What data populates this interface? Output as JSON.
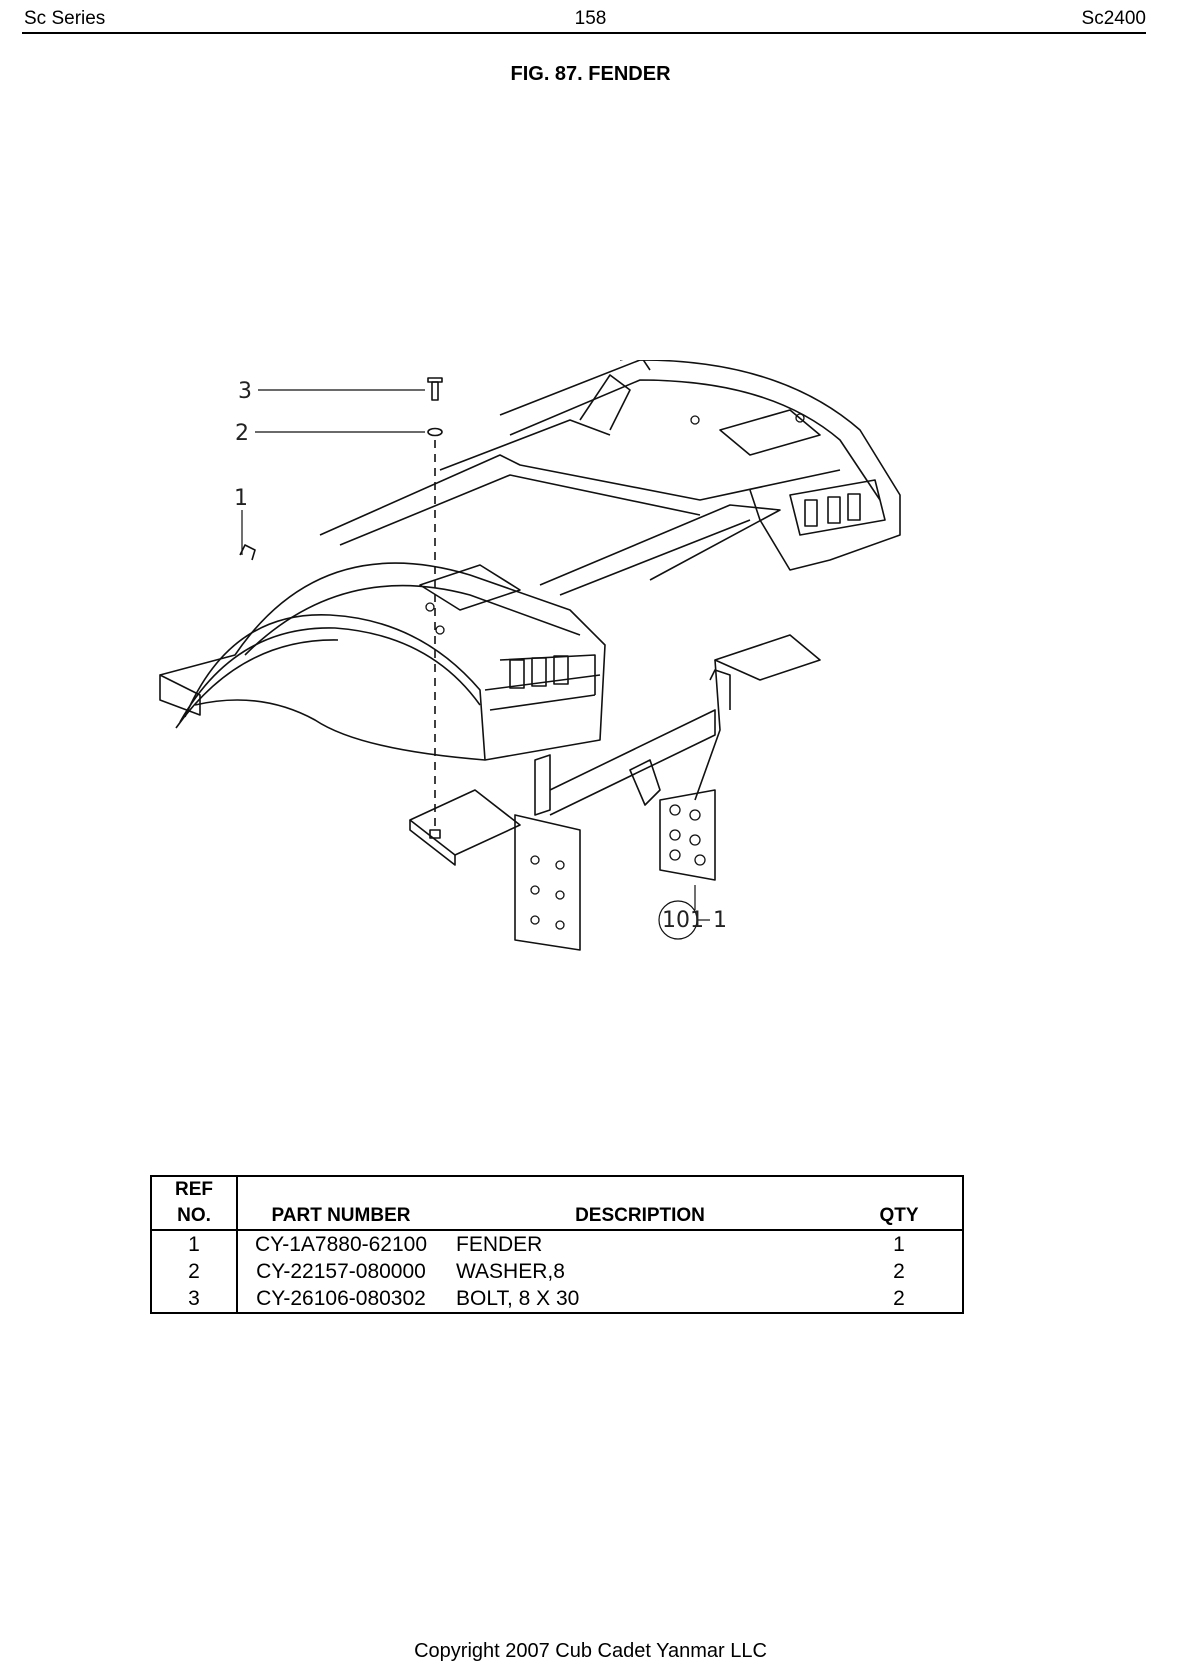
{
  "header": {
    "left": "Sc Series",
    "page_number": "158",
    "right": "Sc2400"
  },
  "figure": {
    "title": "FIG. 87. FENDER",
    "callouts": [
      "1",
      "2",
      "3",
      "101",
      "1"
    ]
  },
  "parts_table": {
    "headers": {
      "ref_line1": "REF",
      "ref_line2": "NO.",
      "part_number": "PART NUMBER",
      "description": "DESCRIPTION",
      "qty": "QTY"
    },
    "rows": [
      {
        "ref": "1",
        "part_number": "CY-1A7880-62100",
        "description": "FENDER",
        "qty": "1"
      },
      {
        "ref": "2",
        "part_number": "CY-22157-080000",
        "description": "WASHER,8",
        "qty": "2"
      },
      {
        "ref": "3",
        "part_number": "CY-26106-080302",
        "description": "BOLT, 8 X 30",
        "qty": "2"
      }
    ]
  },
  "footer": {
    "copyright": "Copyright 2007 Cub Cadet Yanmar LLC"
  }
}
